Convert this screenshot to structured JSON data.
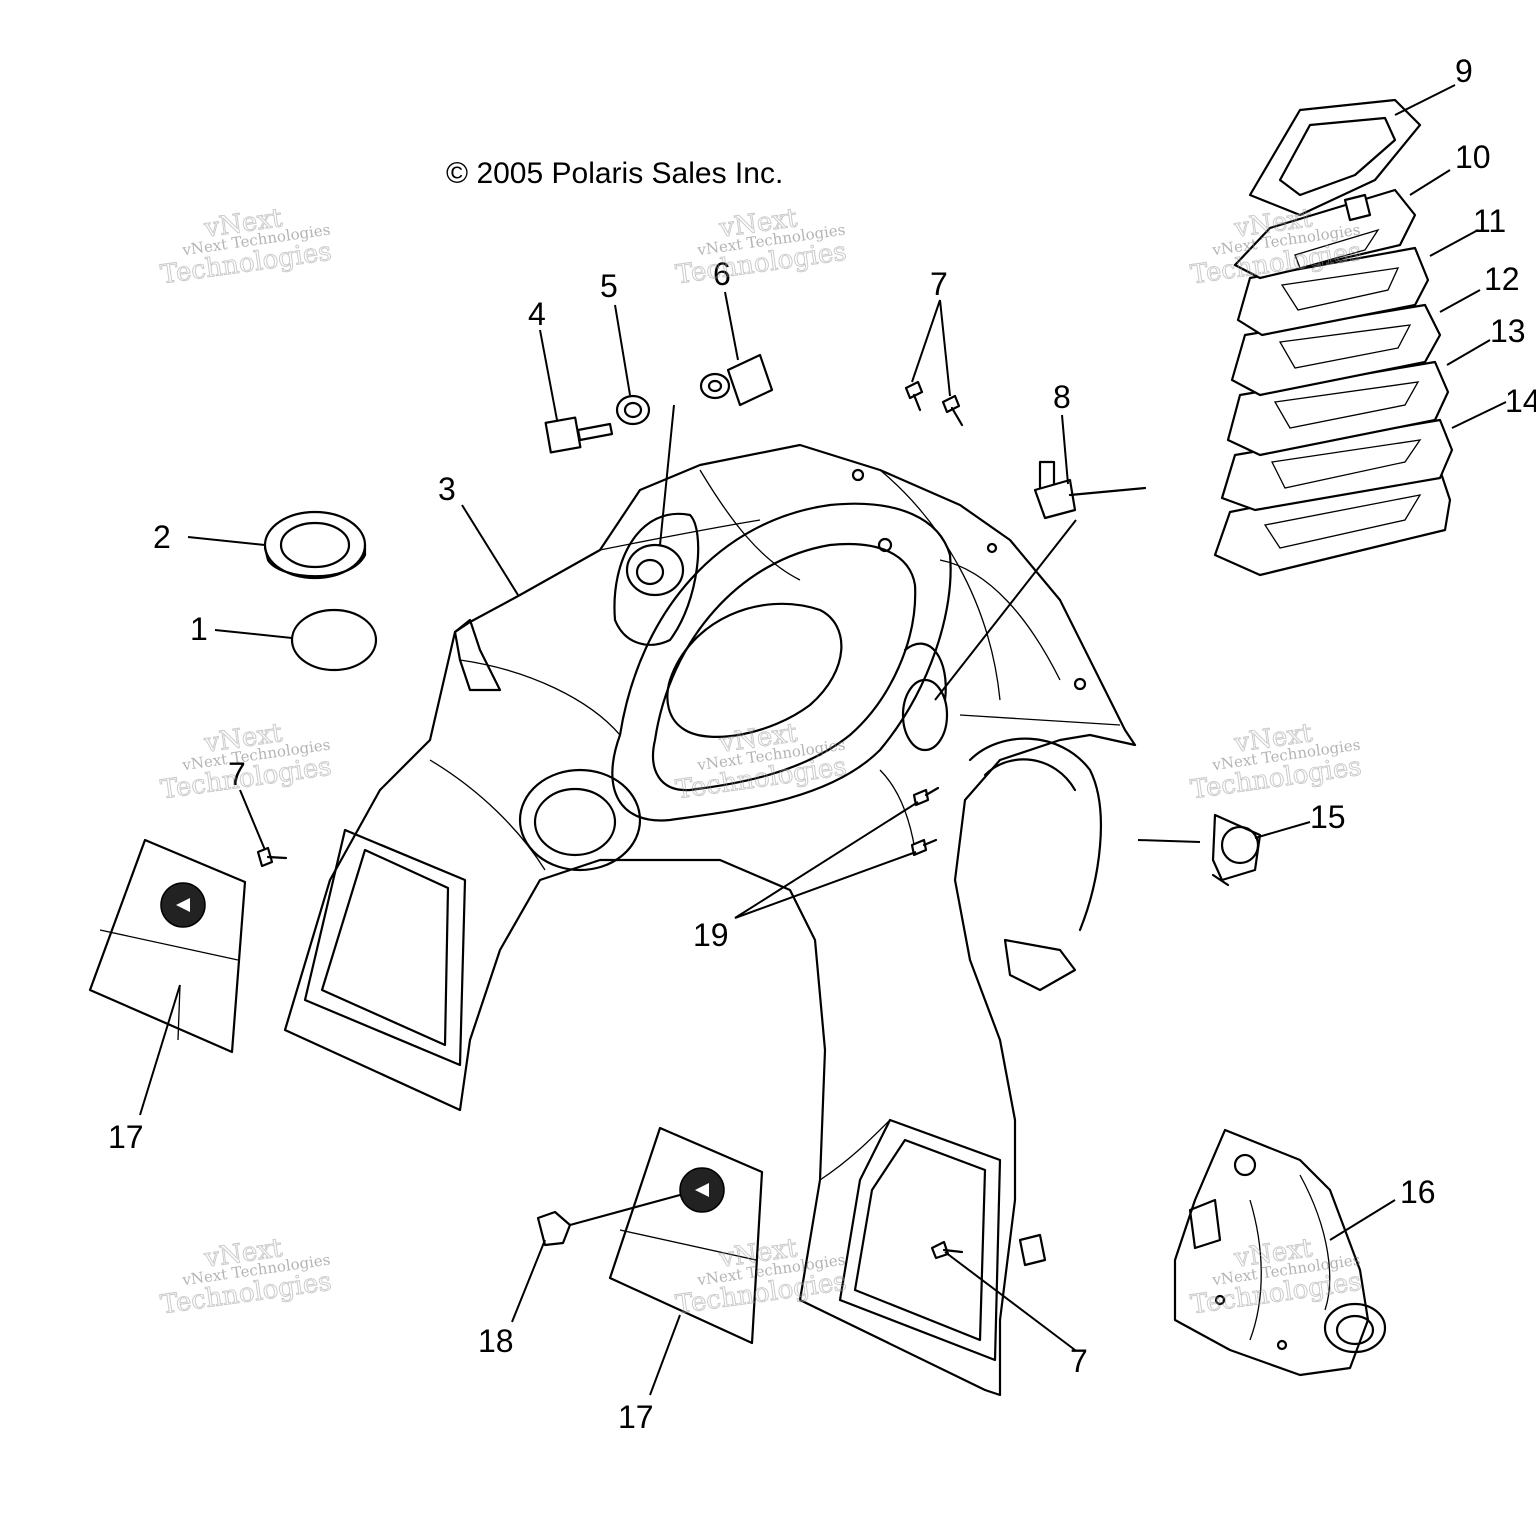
{
  "copyright": "© 2005 Polaris Sales Inc.",
  "watermark": {
    "line_small": "vNext Technologies",
    "line_a": "vNext",
    "line_b": "Technologies"
  },
  "callouts": {
    "c1": "1",
    "c2": "2",
    "c3": "3",
    "c4": "4",
    "c5": "5",
    "c6": "6",
    "c7a": "7",
    "c7b": "7",
    "c7c": "7",
    "c8": "8",
    "c9": "9",
    "c10": "10",
    "c11": "11",
    "c12": "12",
    "c13": "13",
    "c14": "14",
    "c15": "15",
    "c16": "16",
    "c17a": "17",
    "c17b": "17",
    "c18": "18",
    "c19": "19"
  }
}
